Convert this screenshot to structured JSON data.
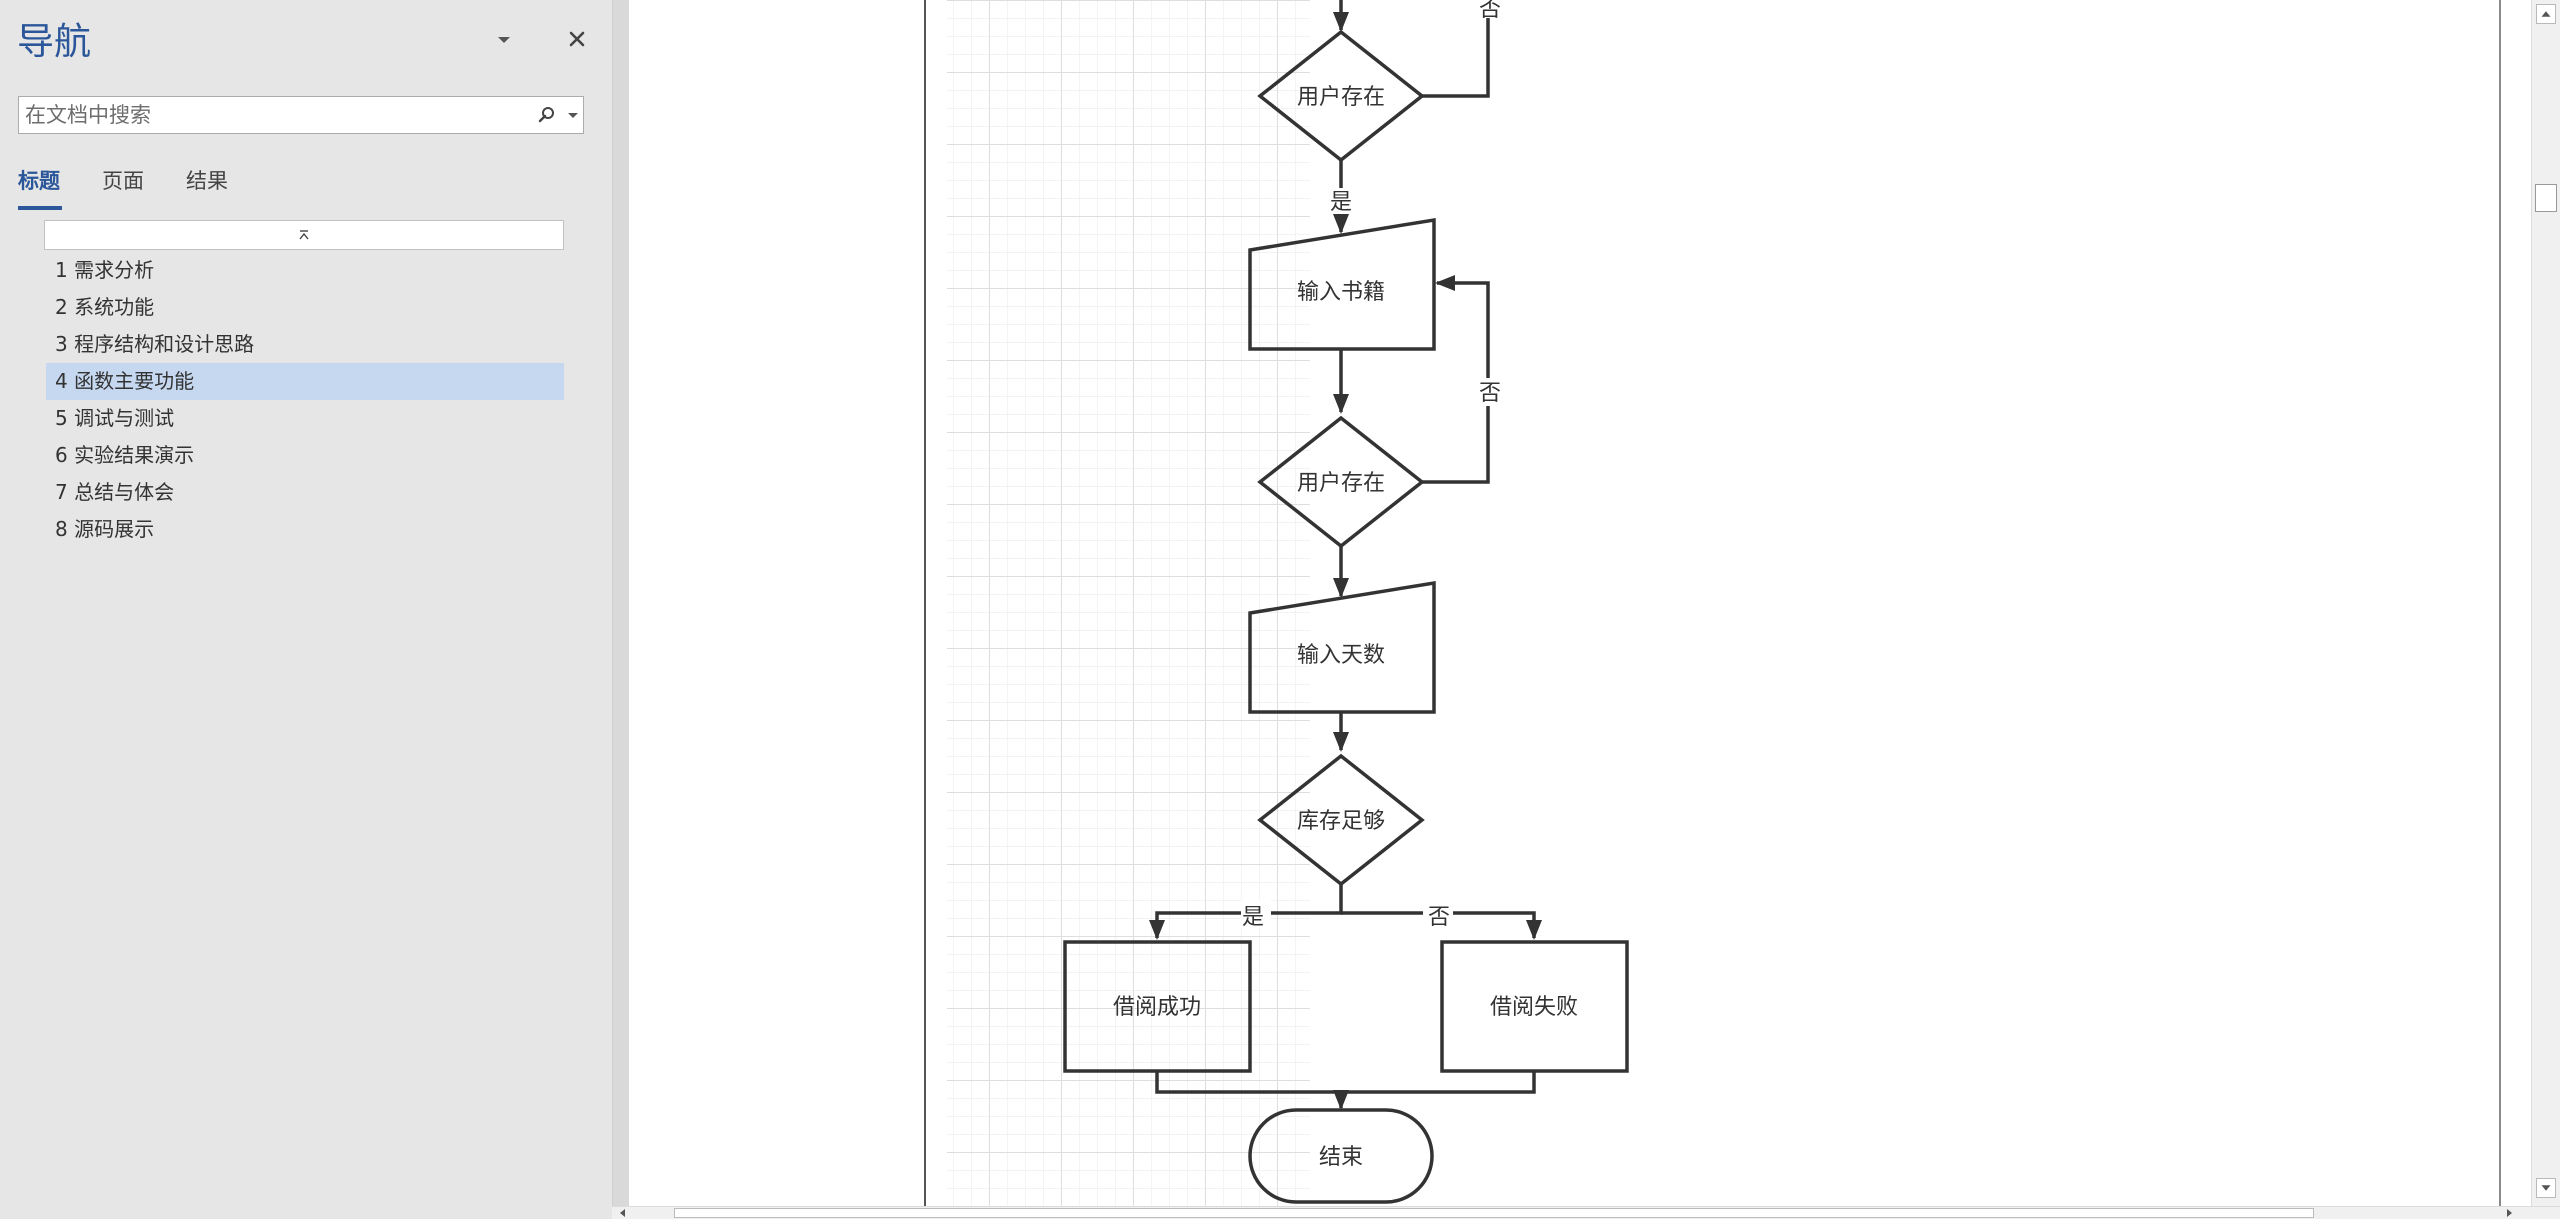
{
  "nav": {
    "title": "导航",
    "search_placeholder": "在文档中搜索",
    "tabs": [
      "标题",
      "页面",
      "结果"
    ],
    "active_tab": "标题",
    "headings": [
      "1 需求分析",
      "2 系统功能",
      "3 程序结构和设计思路",
      "4 函数主要功能",
      "5 调试与测试",
      "6 实验结果演示",
      "7 总结与体会",
      "8 源码展示"
    ],
    "selected_heading": "4 函数主要功能"
  },
  "flowchart": {
    "top_no_label": "否",
    "decision1": "用户存在",
    "yes1": "是",
    "input_book": "输入书籍",
    "no2": "否",
    "decision2": "用户存在",
    "input_days": "输入天数",
    "decision3": "库存足够",
    "yes3": "是",
    "no3": "否",
    "success": "借阅成功",
    "fail": "借阅失败",
    "end": "结束"
  },
  "colors": {
    "accent": "#2b579a",
    "selection": "#c6d8f0",
    "pane_bg": "#e6e6e6",
    "shape_stroke": "#333333",
    "grid": "#e3e3e3"
  },
  "icons": {
    "close": "close-icon",
    "dropdown": "chevron-down-icon",
    "search": "search-icon",
    "collapse": "collapse-icon"
  }
}
